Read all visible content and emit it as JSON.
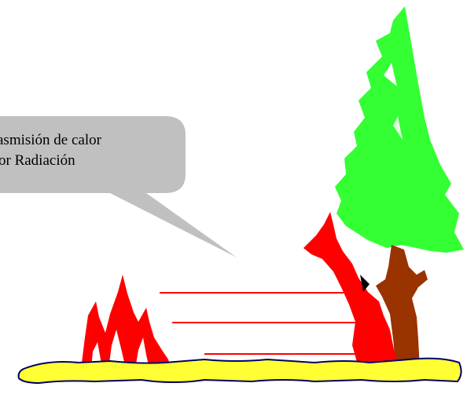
{
  "callout": {
    "line1": "asmisión de calor",
    "line2": "or Radiación"
  },
  "colors": {
    "callout_fill": "#c0c0c0",
    "foliage": "#33ff33",
    "trunk": "#993300",
    "flame": "#ff0000",
    "ground": "#ffff33",
    "radiation_lines": "#ff0000"
  },
  "icons": [
    "callout-bubble",
    "fire",
    "tree",
    "ground-strip",
    "radiation-lines"
  ]
}
